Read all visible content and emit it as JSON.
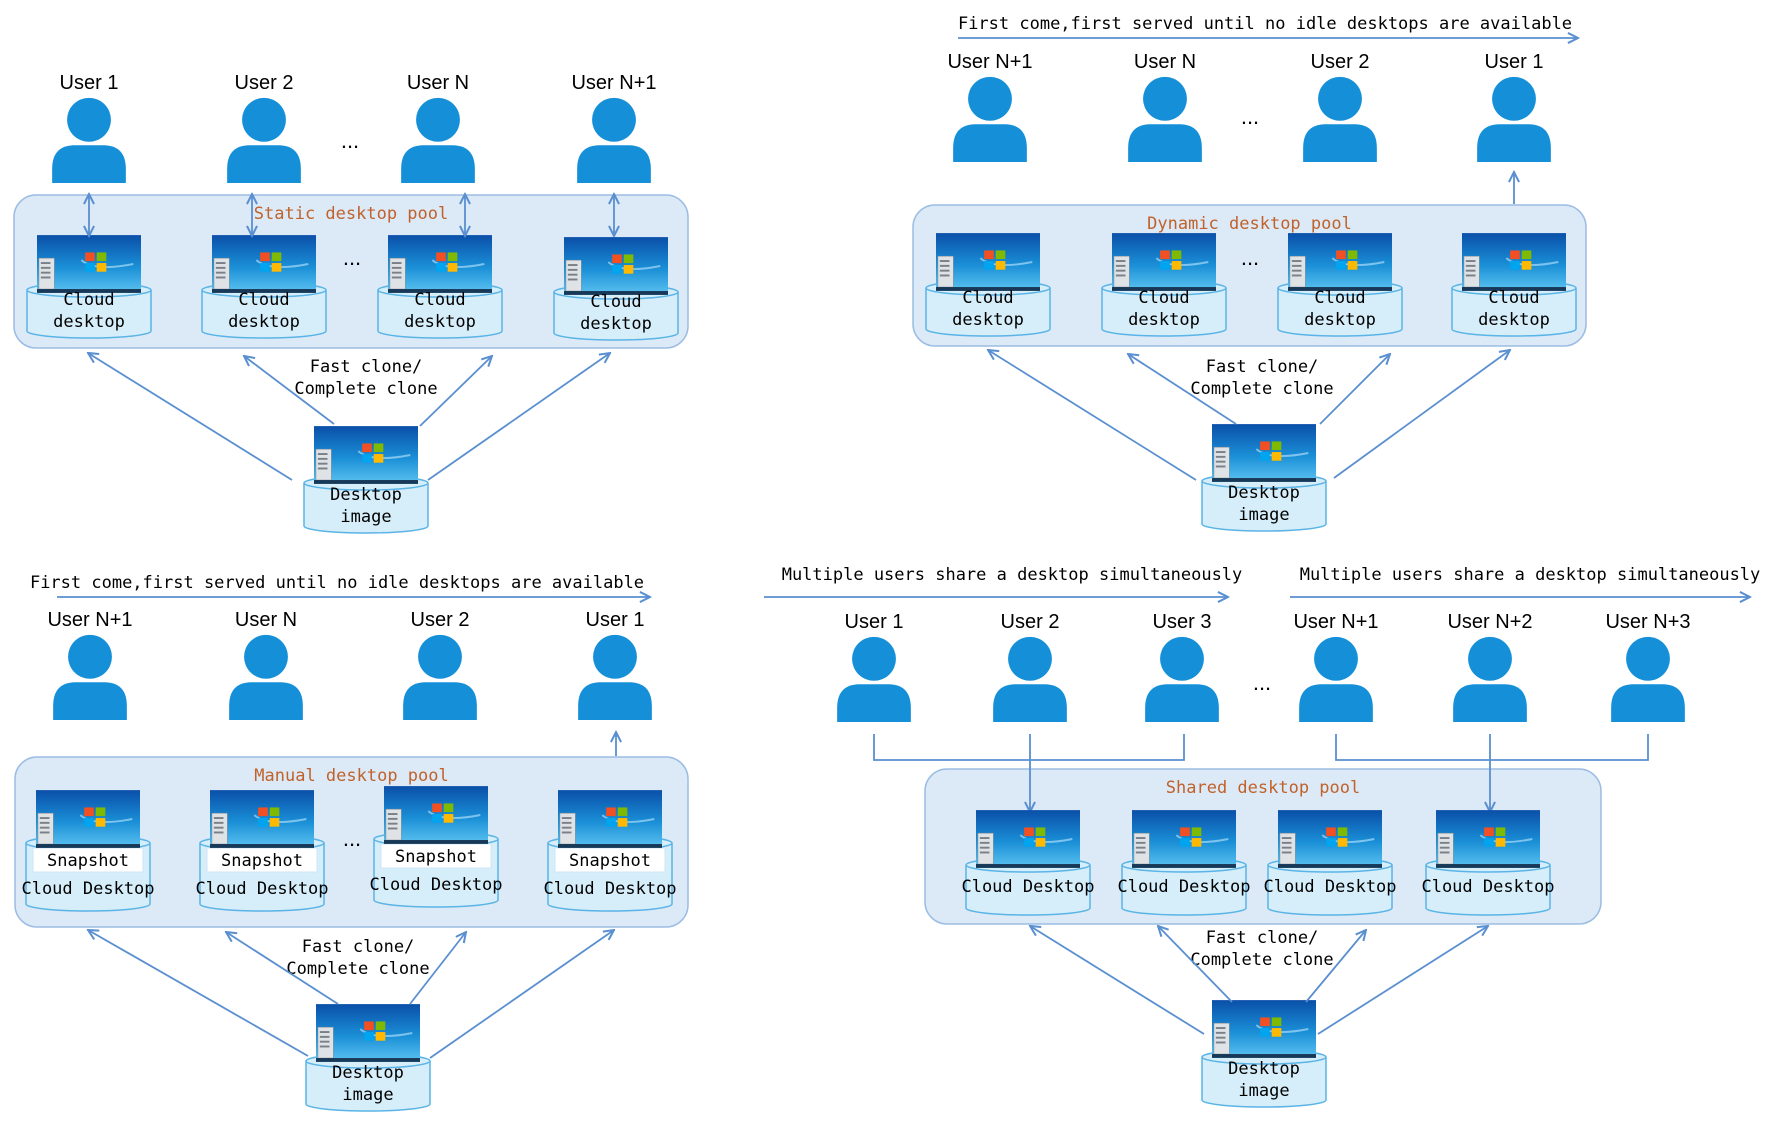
{
  "colors": {
    "user": "#1590d8",
    "arrow": "#5a8fd0",
    "pool_fill": "#dce9f7",
    "pool_stroke": "#9bbde4",
    "disk_fill": "#d6eefa",
    "disk_stroke": "#5ab4e6",
    "pool_title": "#c0622a",
    "screen_sky": "#1a8fd6"
  },
  "icons": [
    "user-icon",
    "monitor-icon",
    "disk-icon",
    "windows-logo-icon"
  ],
  "ellipsis": "...",
  "static_panel": {
    "pool_title": "Static desktop pool",
    "users": [
      "User 1",
      "User 2",
      "User N",
      "User N+1"
    ],
    "desktops": [
      [
        "Cloud",
        "desktop"
      ],
      [
        "Cloud",
        "desktop"
      ],
      [
        "Cloud",
        "desktop"
      ],
      [
        "Cloud",
        "desktop"
      ]
    ],
    "clone_label": [
      "Fast clone/",
      "Complete clone"
    ],
    "image_label": [
      "Desktop",
      "image"
    ]
  },
  "dynamic_panel": {
    "banner": "First come,first served until no idle desktops are available",
    "pool_title": "Dynamic desktop pool",
    "users": [
      "User N+1",
      "User N",
      "User 2",
      "User 1"
    ],
    "desktops": [
      [
        "Cloud",
        "desktop"
      ],
      [
        "Cloud",
        "desktop"
      ],
      [
        "Cloud",
        "desktop"
      ],
      [
        "Cloud",
        "desktop"
      ]
    ],
    "clone_label": [
      "Fast clone/",
      "Complete clone"
    ],
    "image_label": [
      "Desktop",
      "image"
    ]
  },
  "manual_panel": {
    "banner": "First come,first served until no idle desktops are available",
    "pool_title": "Manual desktop pool",
    "users": [
      "User N+1",
      "User N",
      "User 2",
      "User 1"
    ],
    "desktops": [
      [
        "Snapshot",
        "Cloud Desktop"
      ],
      [
        "Snapshot",
        "Cloud Desktop"
      ],
      [
        "Snapshot",
        "Cloud Desktop"
      ],
      [
        "Snapshot",
        "Cloud Desktop"
      ]
    ],
    "clone_label": [
      "Fast clone/",
      "Complete clone"
    ],
    "image_label": [
      "Desktop",
      "image"
    ]
  },
  "shared_panel": {
    "banners": [
      "Multiple users share a desktop simultaneously",
      "Multiple users share a desktop simultaneously"
    ],
    "pool_title": "Shared desktop pool",
    "users": [
      "User 1",
      "User 2",
      "User 3",
      "User N+1",
      "User N+2",
      "User N+3"
    ],
    "desktops": [
      "Cloud Desktop",
      "Cloud Desktop",
      "Cloud Desktop",
      "Cloud Desktop"
    ],
    "clone_label": [
      "Fast clone/",
      "Complete clone"
    ],
    "image_label": [
      "Desktop",
      "image"
    ]
  }
}
